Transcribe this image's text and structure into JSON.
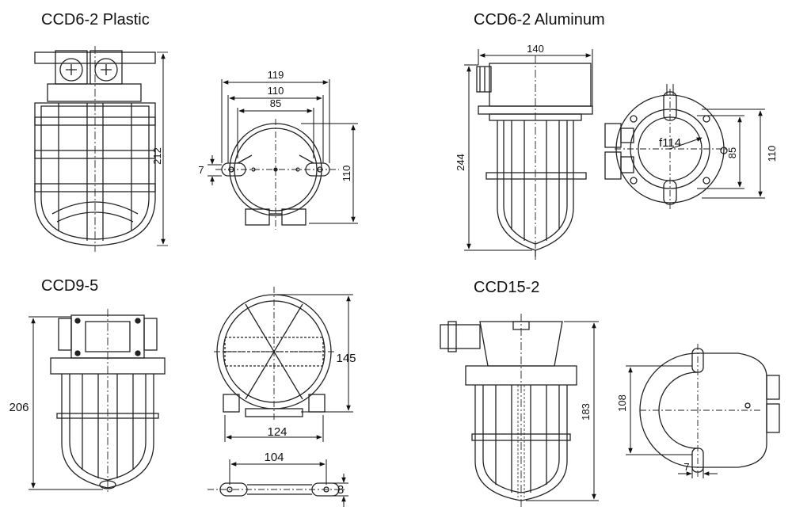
{
  "titles": {
    "ccd6_plastic": "CCD6-2 Plastic",
    "ccd6_aluminum": "CCD6-2 Aluminum",
    "ccd9": "CCD9-5",
    "ccd15": "CCD15-2"
  },
  "dims": {
    "p_height": "212",
    "p_w119": "119",
    "p_w110": "110",
    "p_w85": "85",
    "p_h110": "110",
    "p_tab7": "7",
    "a_w140": "140",
    "a_height": "244",
    "a_phi": "f114",
    "a_h85": "85",
    "a_h110": "110",
    "c9_height": "206",
    "c9_h145": "145",
    "c9_w124": "124",
    "c9_w104": "104",
    "c9_t8": "8",
    "c15_height": "183",
    "c15_h108": "108",
    "c15_w7": "7"
  }
}
